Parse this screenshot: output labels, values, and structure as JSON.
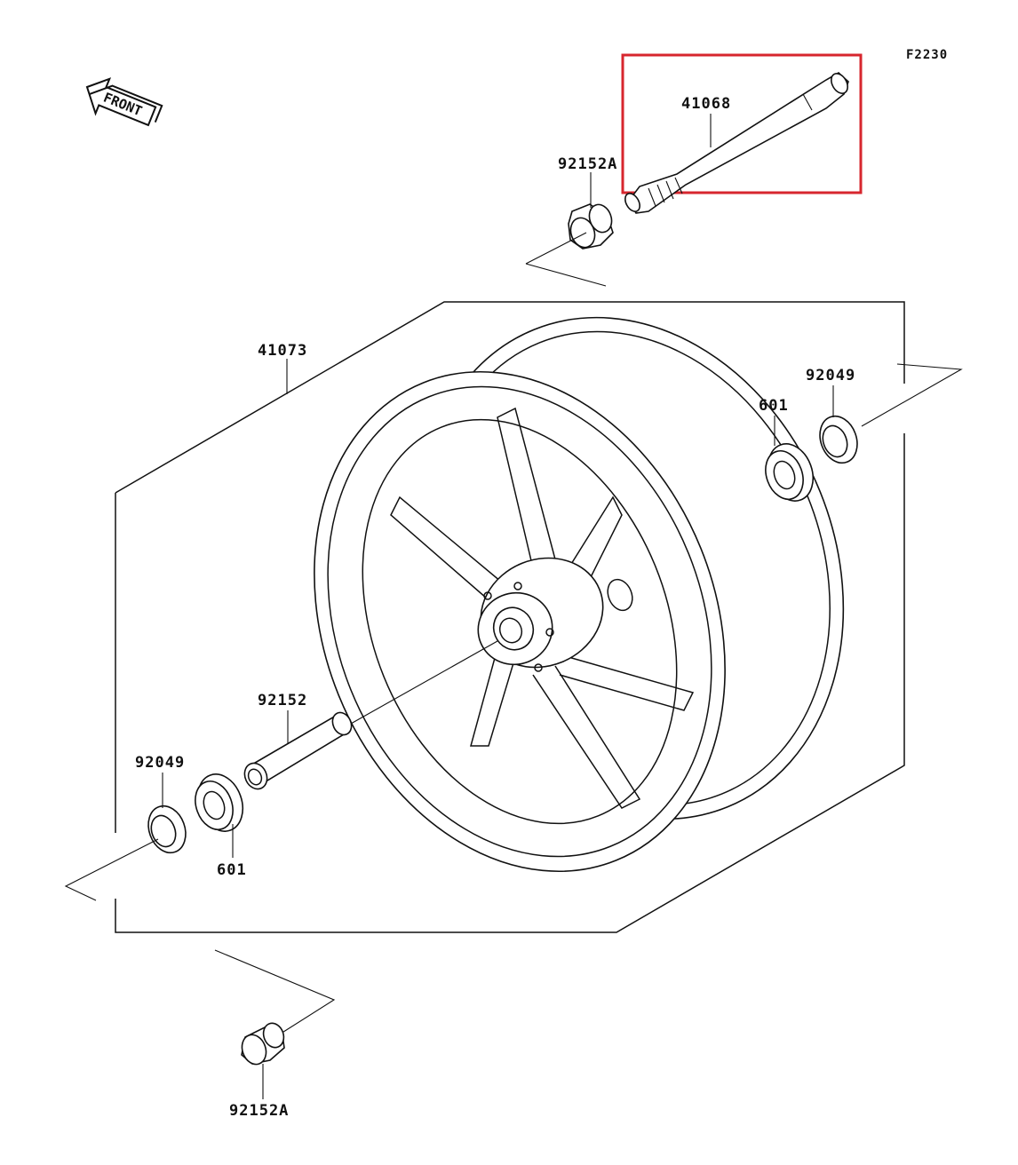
{
  "diagram": {
    "code": "F2230",
    "front_indicator": "FRONT",
    "highlight_color": "#d7262e",
    "line_color": "#111111",
    "highlighted_part": "41068",
    "parts": {
      "axle": "41068",
      "collar_top": "92152A",
      "collar_bottom": "92152A",
      "wheel": "41073",
      "oil_seal_right": "92049",
      "bearing_right": "601",
      "spacer": "92152",
      "oil_seal_left": "92049",
      "bearing_left": "601"
    }
  }
}
